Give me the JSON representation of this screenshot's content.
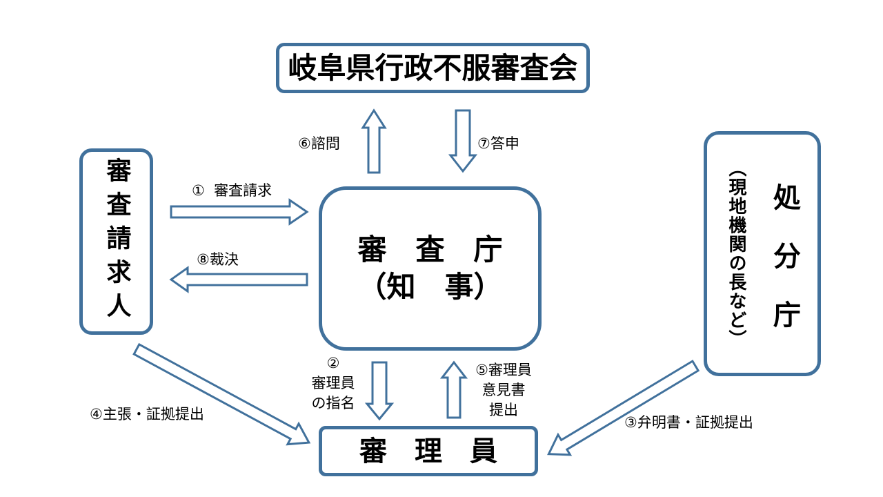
{
  "diagram": {
    "colors": {
      "border": "#41719c",
      "background": "#ffffff",
      "text": "#000000"
    },
    "boxes": {
      "council": "岐阜県行政不服審査会",
      "requester": "審査請求人",
      "review_agency": {
        "line1": "審　査　庁",
        "line2": "（知　事）"
      },
      "disposition_agency": {
        "name": "処　分　庁",
        "note": "（現地機関の長など）"
      },
      "examiner": "審　理　員"
    },
    "labels": {
      "step1": "①  審査請求",
      "step2": [
        "②",
        "審理員",
        "の指名"
      ],
      "step3": "③弁明書・証拠提出",
      "step4": "④主張・証拠提出",
      "step5": [
        "⑤審理員",
        "意見書",
        "提出"
      ],
      "step6": "⑥諮問",
      "step7": "⑦答申",
      "step8": "⑧裁決"
    }
  }
}
